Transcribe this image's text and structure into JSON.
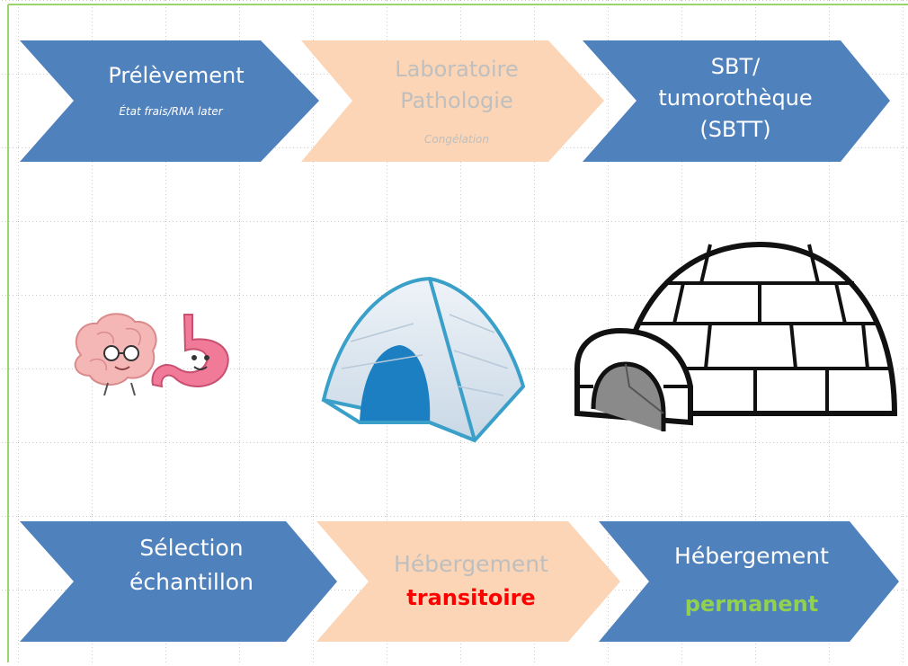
{
  "colors": {
    "blue": "#4f81bd",
    "peach": "#fbd5b5",
    "faded_text": "#bfbfbf",
    "border_green": "#9bd46b",
    "red": "#ff0000",
    "green": "#92d050"
  },
  "top_row": [
    {
      "lines": [
        "Prélèvement"
      ],
      "sub": "État frais/RNA later",
      "style": "blue"
    },
    {
      "lines": [
        "Laboratoire",
        "Pathologie"
      ],
      "sub": "Congélation",
      "style": "peach"
    },
    {
      "lines": [
        "SBT/",
        "tumorothèque",
        "(SBTT)"
      ],
      "sub": "",
      "style": "blue"
    }
  ],
  "bottom_row": [
    {
      "lines": [
        "Sélection",
        "échantillon"
      ],
      "style": "blue"
    },
    {
      "lines": [
        "Hébergement"
      ],
      "highlight": "transitoire",
      "style": "peach"
    },
    {
      "lines": [
        "Hébergement"
      ],
      "highlight": "permanent",
      "style": "blue"
    }
  ],
  "icons": [
    "brain-and-stomach-icon",
    "tent-icon",
    "igloo-icon"
  ]
}
